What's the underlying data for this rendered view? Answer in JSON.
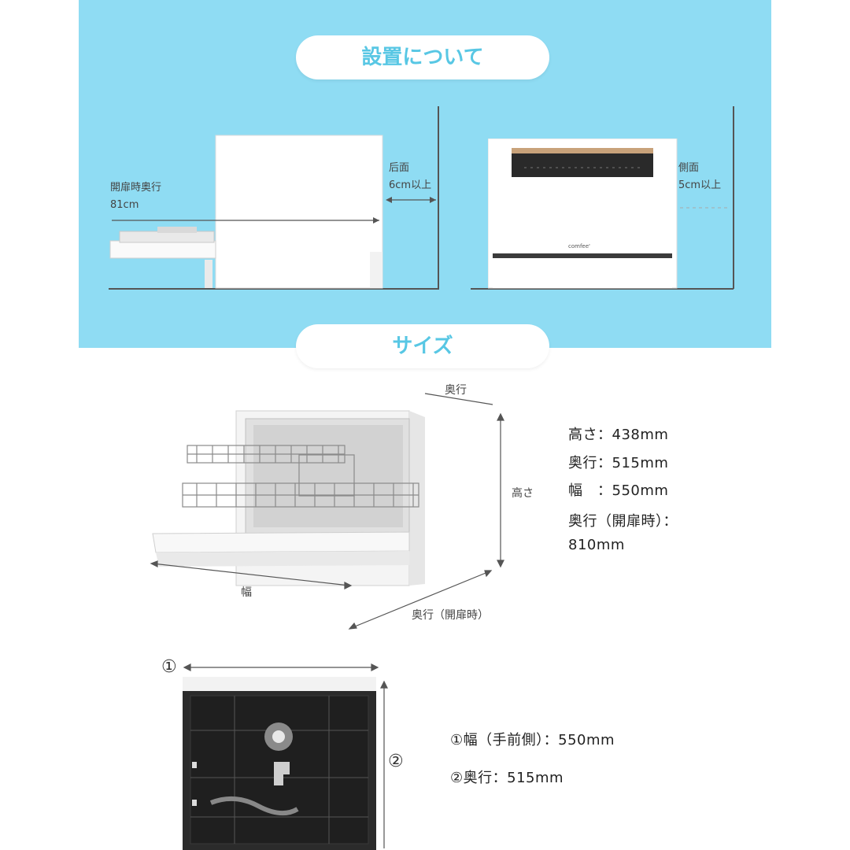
{
  "install": {
    "title": "設置について",
    "left": {
      "open_depth_label": "開扉時奥行",
      "open_depth_value": "81cm",
      "rear_label": "后面",
      "rear_value": "6cm以上"
    },
    "right": {
      "brand": "comfee'",
      "side_label": "側面",
      "side_value": "5cm以上"
    }
  },
  "size": {
    "title": "サイズ",
    "diagram_labels": {
      "depth": "奥行",
      "height": "高さ",
      "width": "幅",
      "depth_open": "奥行（開扉時）"
    },
    "specs": [
      "高さ：438mm",
      "奥行：515mm",
      "幅　：550mm",
      "奥行（開扉時）：",
      "810mm"
    ]
  },
  "bottom": {
    "marker_1": "①",
    "marker_2": "②",
    "specs": [
      "①幅（手前側）：550mm",
      "②奥行：515mm"
    ]
  },
  "colors": {
    "accent": "#58c7e4",
    "panel": "#8fdcf3",
    "wood_trim": "#c8a27a",
    "appliance_white": "#ffffff",
    "bottom_dark": "#2b2b2b"
  }
}
